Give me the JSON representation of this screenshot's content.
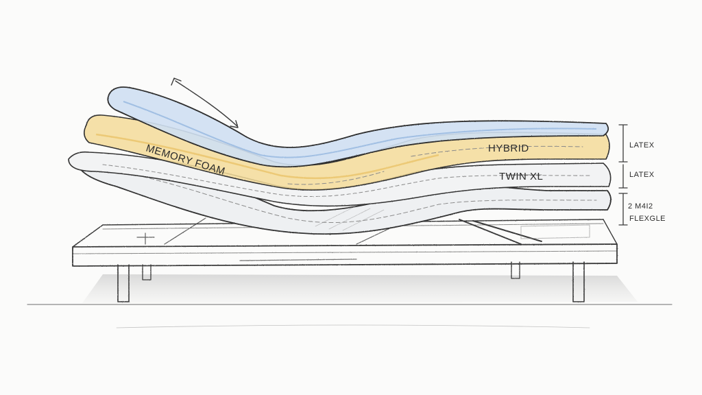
{
  "labels": {
    "memory_foam": "MEMORY FOAM",
    "hybrid": "HYBRID",
    "twin_xl": "TWIN XL",
    "latex_top": "LATEX",
    "latex_mid": "LATEX",
    "size_code": "2 M4I2",
    "flexible": "FLEXGLE"
  },
  "colors": {
    "top_layer": "#cfe0f2",
    "foam_layer": "#f5dc9a",
    "base_layer": "#eef0f2",
    "frame": "#5a5a5a",
    "ink": "#2b2b2b"
  }
}
